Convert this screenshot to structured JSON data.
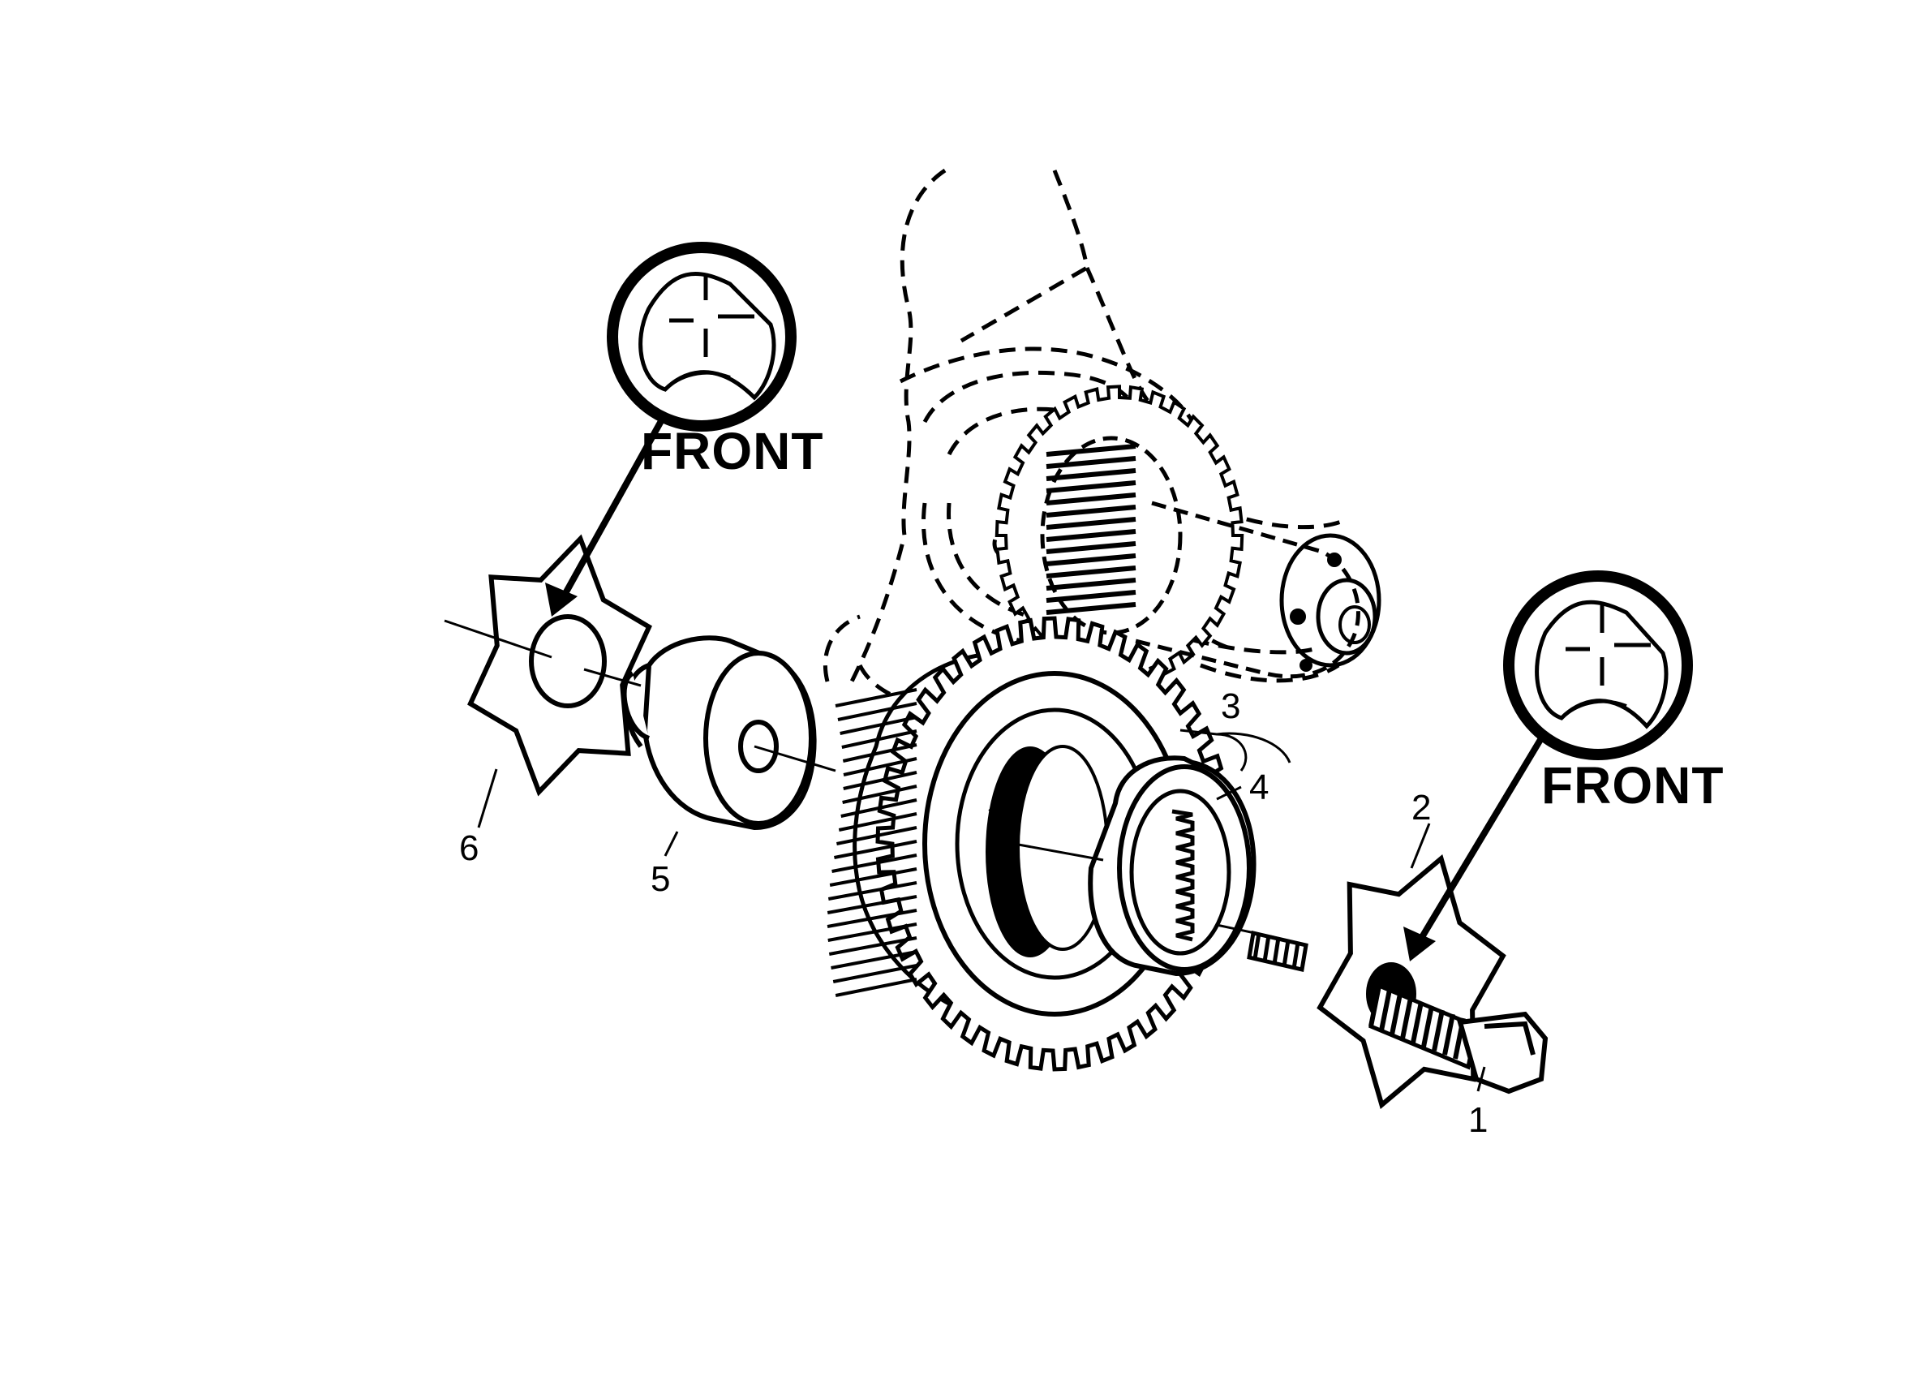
{
  "callouts": {
    "left_front": "FRONT",
    "right_front": "FRONT"
  },
  "part_numbers": {
    "p1": "1",
    "p2": "2",
    "p3": "3",
    "p4": "4",
    "p5": "5",
    "p6": "6"
  },
  "colors": {
    "ink": "#000000",
    "paper": "#ffffff"
  }
}
